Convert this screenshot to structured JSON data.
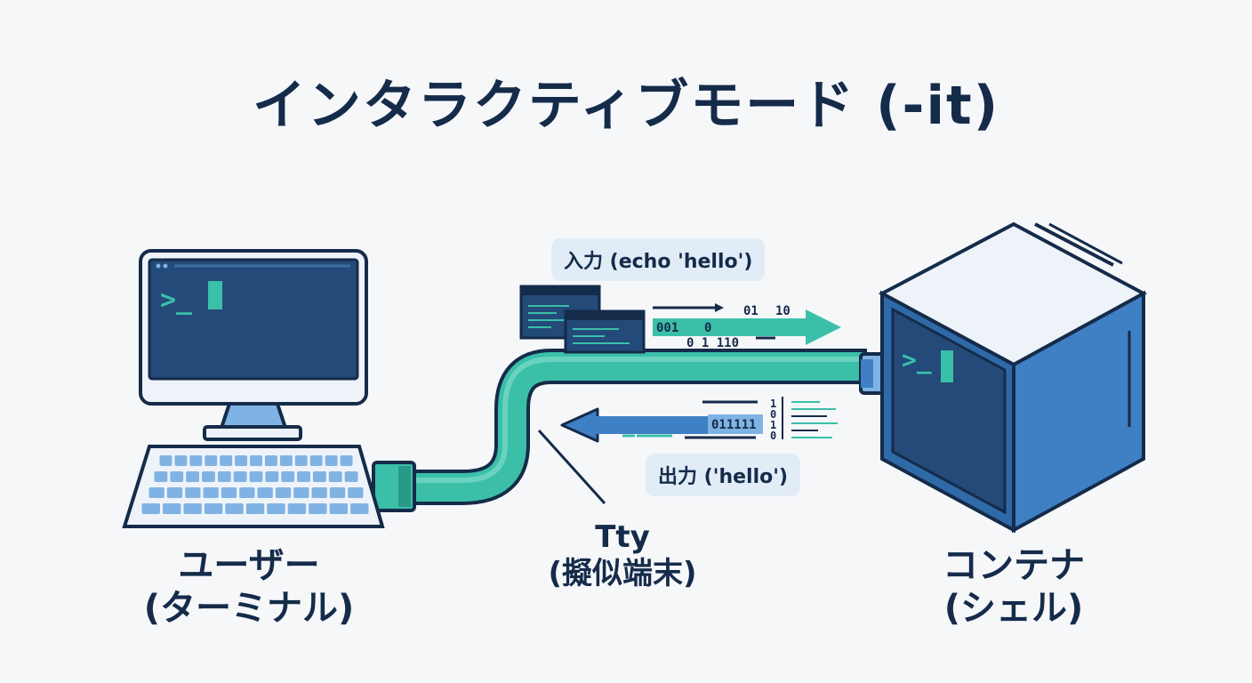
{
  "title": "インタラクティブモード (-it)",
  "user": {
    "label": "ユーザー",
    "sublabel": "(ターミナル)",
    "prompt": ">_"
  },
  "container": {
    "label": "コンテナ",
    "sublabel": "(シェル)",
    "prompt": ">_"
  },
  "tty": {
    "label": "Tty",
    "sublabel": "(擬似端末)"
  },
  "input_pill": "入力 (echo 'hello')",
  "output_pill": "出力 ('hello')",
  "input_bits": [
    "01",
    "10",
    "001",
    "0",
    "0 1 110"
  ],
  "output_bits": [
    "011111",
    "1",
    "0",
    "1",
    "0"
  ],
  "colors": {
    "navy": "#152b4a",
    "screen": "#234a78",
    "teal": "#3bbfa9",
    "blue": "#3f7fc4",
    "light_blue": "#7fb3e3",
    "pill_bg": "#e1ecf7"
  }
}
